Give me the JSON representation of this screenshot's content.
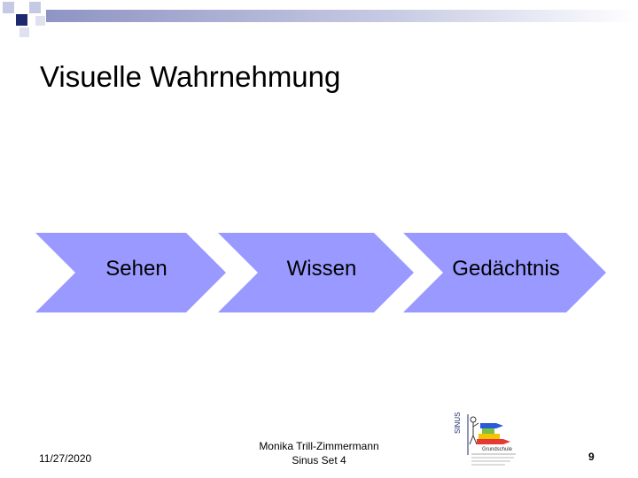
{
  "slide": {
    "title": "Visuelle Wahrnehmung",
    "steps": [
      {
        "label": "Sehen"
      },
      {
        "label": "Wissen"
      },
      {
        "label": "Gedächtnis"
      }
    ],
    "step_color": "#9999ff"
  },
  "footer": {
    "date": "11/27/2020",
    "author": "Monika Trill-Zimmermann",
    "subtitle": "Sinus Set 4",
    "page": "9",
    "logo_text": "SINUS Grundschule"
  },
  "colors": {
    "square_dark": "#1f2a6e",
    "square_light": "#c6c9e3",
    "bar_gradient_start": "#9a9fc8"
  }
}
